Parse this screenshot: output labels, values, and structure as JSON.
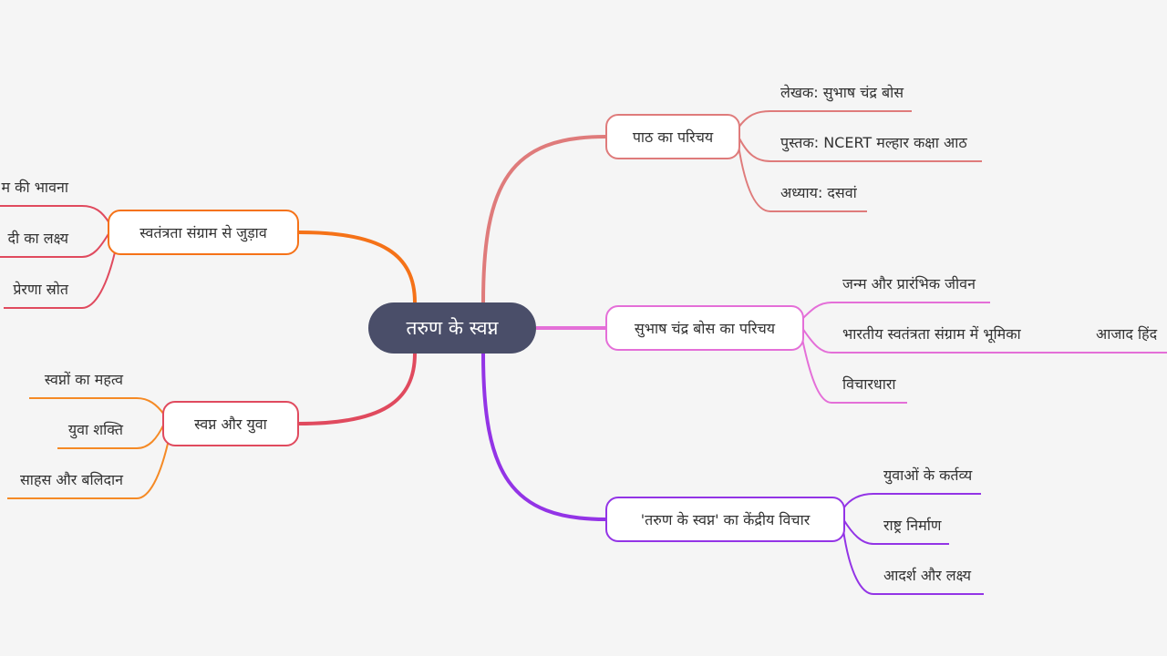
{
  "central": {
    "label": "तरुण के स्वप्न"
  },
  "colors": {
    "intro": "#df7b7b",
    "bose": "#e46fd8",
    "central_idea": "#9334e6",
    "freedom": "#f57218",
    "dreams": "#e04a5e",
    "dreams_leaves": "#f58a25",
    "central_node": "#4a4e69"
  },
  "branches": {
    "intro": {
      "label": "पाठ का परिचय",
      "leaves": [
        "लेखक: सुभाष चंद्र बोस",
        "पुस्तक: NCERT मल्हार कक्षा आठ",
        "अध्याय: दसवां"
      ]
    },
    "bose": {
      "label": "सुभाष चंद्र बोस का परिचय",
      "leaves": [
        "जन्म और प्रारंभिक जीवन",
        "भारतीय स्वतंत्रता संग्राम में भूमिका",
        "विचारधारा"
      ],
      "subleaf": "आजाद हिंद"
    },
    "central_idea": {
      "label": "'तरुण के स्वप्न' का केंद्रीय विचार",
      "leaves": [
        "युवाओं के कर्तव्य",
        "राष्ट्र निर्माण",
        "आदर्श और लक्ष्य"
      ]
    },
    "freedom": {
      "label": "स्वतंत्रता संग्राम से जुड़ाव",
      "leaves": [
        "म की भावना",
        "दी का लक्ष्य",
        "प्रेरणा स्रोत"
      ]
    },
    "dreams": {
      "label": "स्वप्न और युवा",
      "leaves": [
        "स्वप्नों का महत्व",
        "युवा शक्ति",
        "साहस और बलिदान"
      ]
    }
  }
}
